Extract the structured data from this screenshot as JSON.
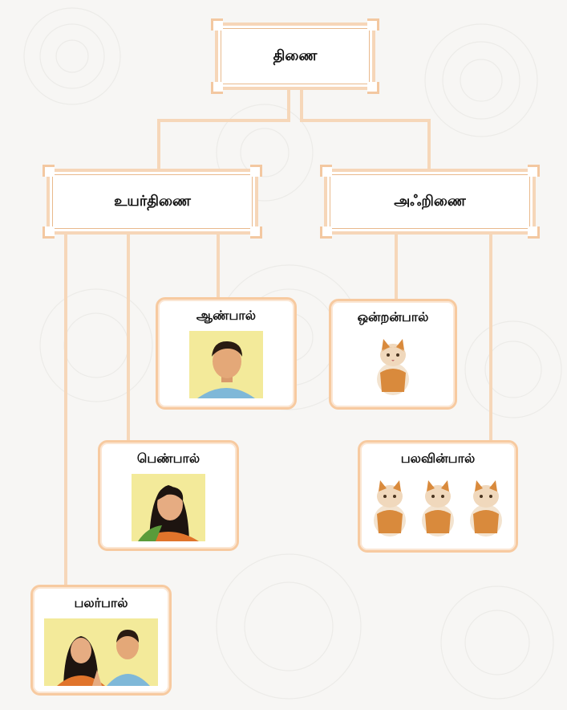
{
  "root": {
    "label": "திணை"
  },
  "uyarthinai": {
    "label": "உயர்திணை",
    "children": [
      {
        "label": "ஆண்பால்",
        "image": "man-portrait"
      },
      {
        "label": "பெண்பால்",
        "image": "woman-portrait"
      },
      {
        "label": "பலர்பால்",
        "image": "couple-greeting"
      }
    ]
  },
  "aqrinai": {
    "label": "அஃறிணை",
    "children": [
      {
        "label": "ஒன்றன்பால்",
        "image": "single-cat"
      },
      {
        "label": "பலவின்பால்",
        "image": "three-cats"
      }
    ]
  },
  "colors": {
    "connector": "#f6d7b9",
    "frame": "#f3c8a1",
    "card_border": "#f7caa0"
  }
}
